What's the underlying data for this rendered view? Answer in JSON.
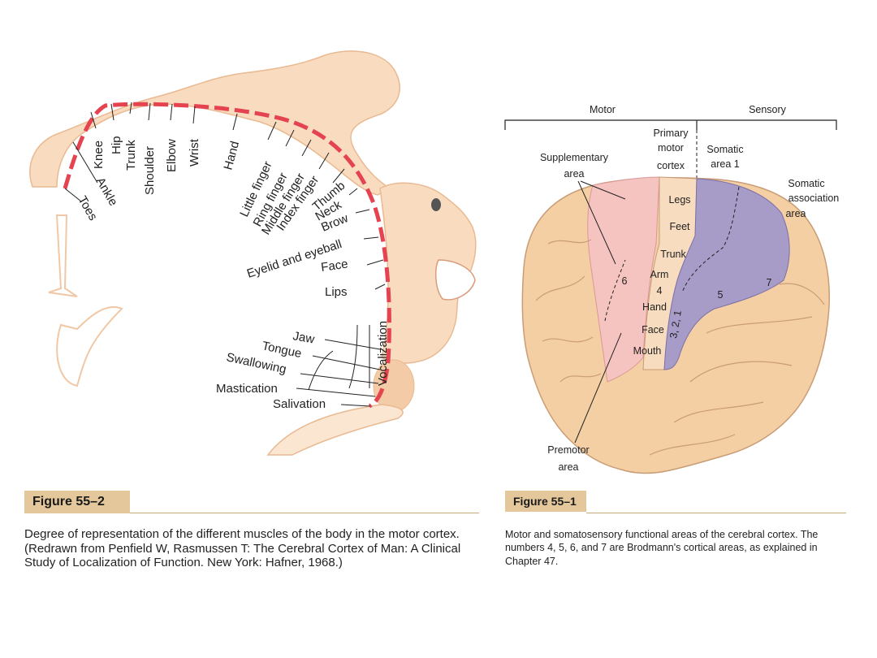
{
  "left_figure": {
    "tag": "Figure 55–2",
    "caption": "Degree of representation of the different muscles of the body in the motor cortex. (Redrawn from Penfield W, Rasmussen T: The Cerebral Cortex of Man: A Clinical Study of Localization of Function. New York: Hafner, 1968.)",
    "labels": {
      "toes": "Toes",
      "ankle": "Ankle",
      "knee": "Knee",
      "hip": "Hip",
      "trunk": "Trunk",
      "shoulder": "Shoulder",
      "elbow": "Elbow",
      "wrist": "Wrist",
      "hand": "Hand",
      "little_finger": "Little finger",
      "ring_finger": "Ring finger",
      "middle_finger": "Middle finger",
      "index_finger": "Index finger",
      "thumb": "Thumb",
      "neck": "Neck",
      "brow": "Brow",
      "eyelid": "Eyelid and eyeball",
      "face": "Face",
      "lips": "Lips",
      "jaw": "Jaw",
      "tongue": "Tongue",
      "swallowing": "Swallowing",
      "mastication": "Mastication",
      "salivation": "Salivation",
      "vocalization": "Vocalization"
    }
  },
  "right_figure": {
    "tag": "Figure 55–1",
    "caption": "Motor and somatosensory functional areas of the cerebral cortex. The numbers 4, 5, 6, and 7 are Brodmann's cortical areas, as explained in Chapter 47.",
    "labels": {
      "motor": "Motor",
      "sensory": "Sensory",
      "primary_motor_1": "Primary",
      "primary_motor_2": "motor",
      "primary_motor_3": "cortex",
      "somatic1_1": "Somatic",
      "somatic1_2": "area 1",
      "supp_1": "Supplementary",
      "supp_2": "area",
      "assoc_1": "Somatic",
      "assoc_2": "association",
      "assoc_3": "area",
      "legs": "Legs",
      "feet": "Feet",
      "trunk": "Trunk",
      "arm": "Arm",
      "four": "4",
      "hand": "Hand",
      "face": "Face",
      "mouth": "Mouth",
      "six": "6",
      "five": "5",
      "seven": "7",
      "three_two_one": "3, 2, 1",
      "premotor_1": "Premotor",
      "premotor_2": "area"
    },
    "colors": {
      "brain": "#f4cfa4",
      "motor_strip": "#f8dcc0",
      "premotor": "#f6c4c0",
      "sensory": "#a79bc8"
    }
  }
}
